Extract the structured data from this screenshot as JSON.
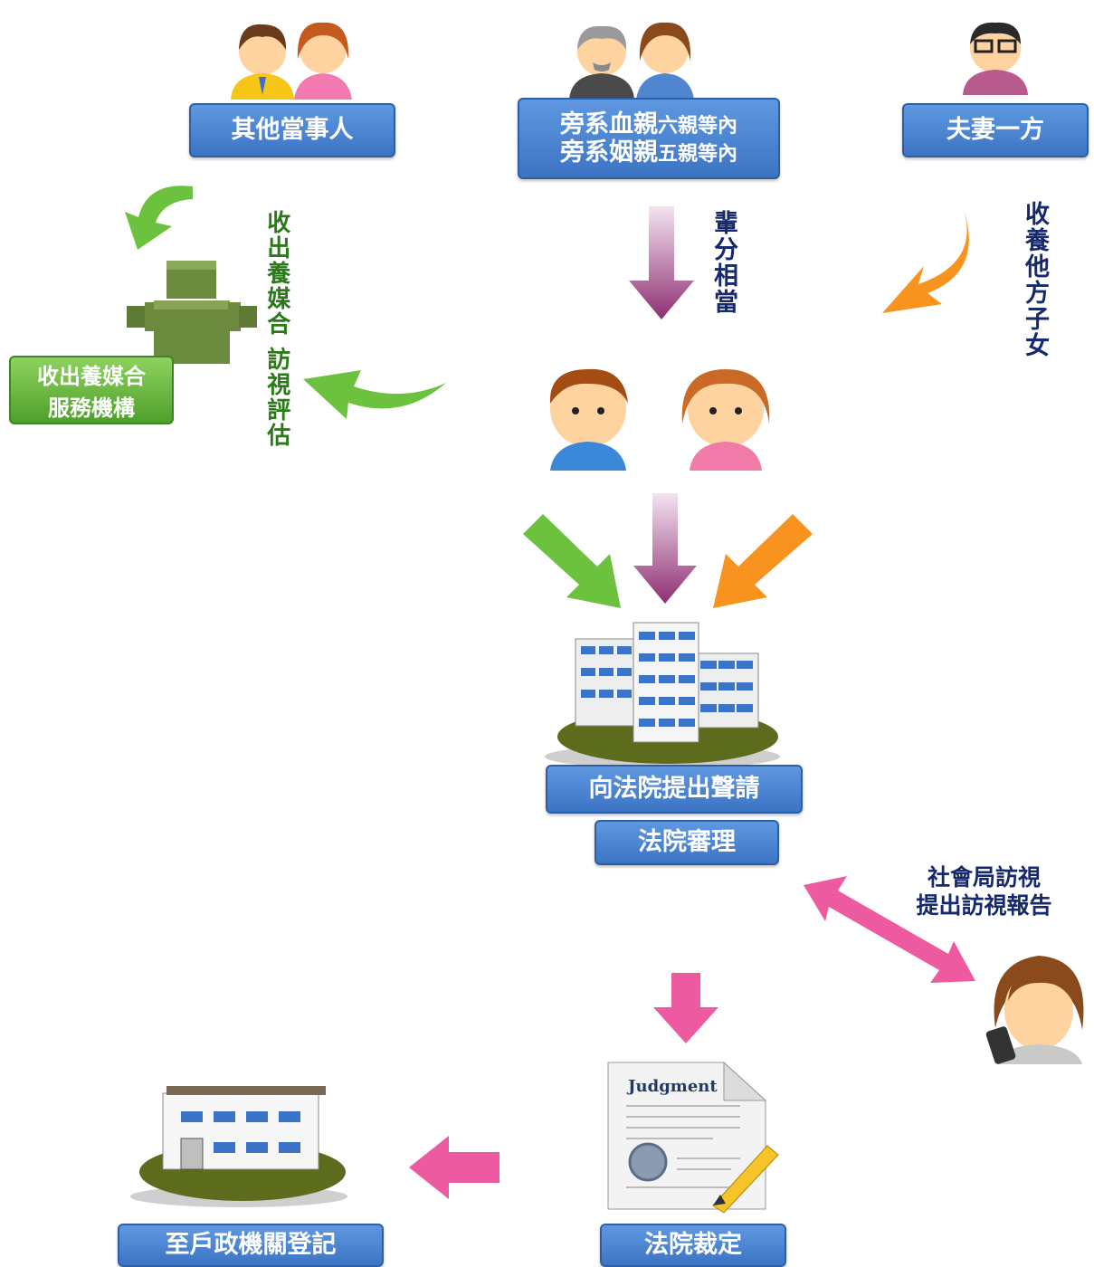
{
  "boxes": {
    "other_party": "其他當事人",
    "relatives_line1_main": "旁系血親",
    "relatives_line1_small": "六親等內",
    "relatives_line2_main": "旁系姻親",
    "relatives_line2_small": "五親等內",
    "spouse": "夫妻一方",
    "agency_line1": "收出養媒合",
    "agency_line2": "服務機構",
    "petition": "向法院提出聲請",
    "court_review": "法院審理",
    "court_ruling": "法院裁定",
    "registration": "至戶政機關登記"
  },
  "annotations": {
    "matching_col1": "收出養媒合",
    "matching_col2": "訪視評估",
    "same_generation": "輩分相當",
    "adopt_spouse_child": "收養他方子女",
    "social_line1": "社會局訪視",
    "social_line2": "提出訪視報告"
  },
  "document": {
    "title": "Judgment"
  },
  "colors": {
    "box_blue": "#4a82d0",
    "box_green": "#62b23a",
    "arrow_green": "#6cc23e",
    "arrow_purple": "#9b3d7e",
    "arrow_orange": "#f7931e",
    "arrow_pink": "#ee5aa0",
    "text_green": "#2a7a1a",
    "text_navy": "#16296d"
  },
  "icons": {
    "other_party": "couple-people-icon",
    "relatives": "elderly-couple-icon",
    "spouse": "man-with-glasses-icon",
    "agency": "agency-figure-icon",
    "children": "children-icon",
    "court": "court-building-icon",
    "social_worker": "social-worker-icon",
    "judgment": "judgment-document-icon",
    "household_office": "household-registration-office-icon"
  }
}
